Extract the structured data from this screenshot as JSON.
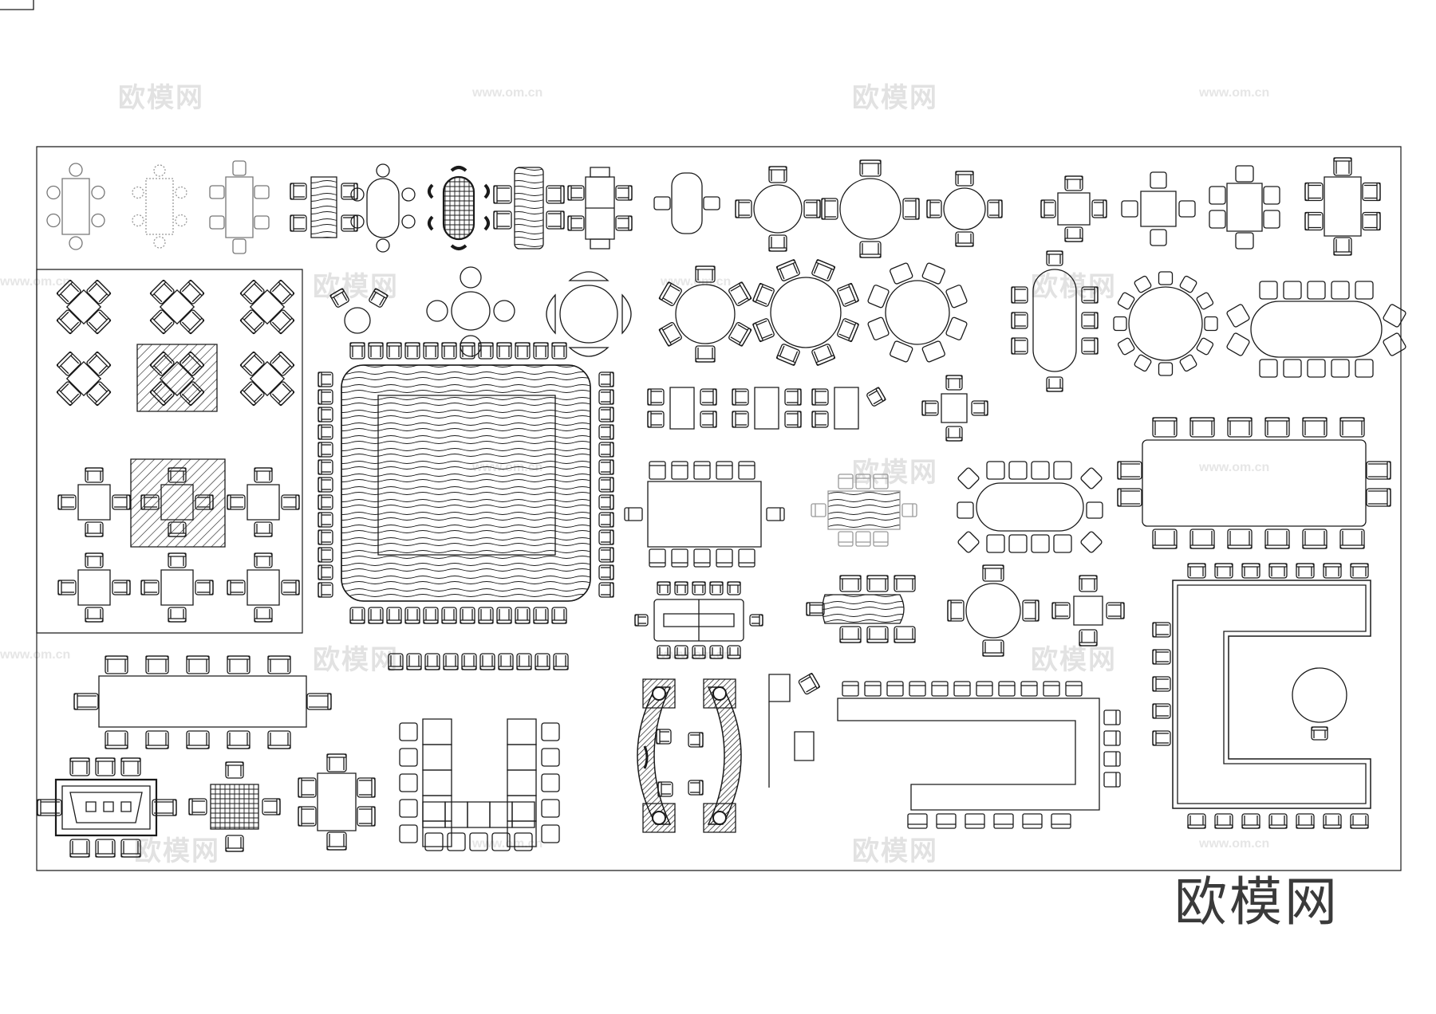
{
  "brand": {
    "text": "欧模网"
  },
  "watermark": {
    "text": "欧模网",
    "url": "www.om.cn"
  },
  "colors": {
    "line": "#1a1a1a",
    "light_line": "#9a9a9a",
    "watermark": "#e2e2e2",
    "background": "#ffffff"
  },
  "drawing": {
    "subject": "dining and conference table set plan blocks",
    "row1_blocks": [
      "rect-table-6-light",
      "rect-table-6-dotted",
      "rect-table-6-square-chairs",
      "wood-table-4",
      "oval-table-6",
      "hatched-oval-table-6",
      "wood-table-4-b",
      "square-table-4-grid",
      "rect-table-2",
      "round-table-4",
      "round-table-4-b",
      "round-table-4-small",
      "square-table-4",
      "square-table-4-b",
      "rect-table-6",
      "rect-table-6-b"
    ]
  }
}
